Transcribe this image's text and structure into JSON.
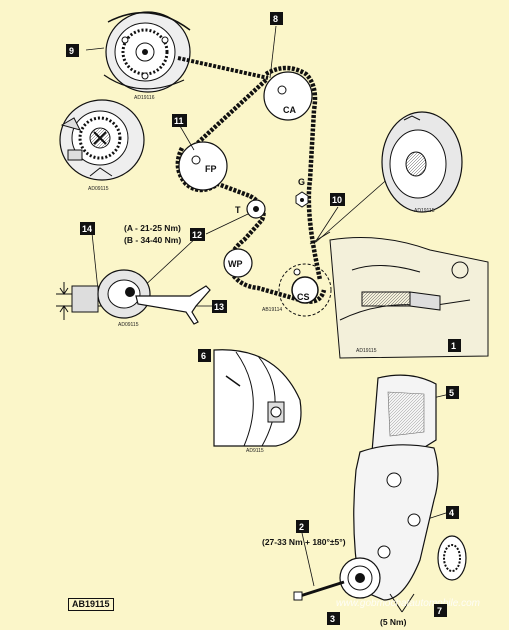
{
  "callouts": [
    "1",
    "2",
    "3",
    "4",
    "5",
    "6",
    "7",
    "8",
    "9",
    "10",
    "11",
    "12",
    "13",
    "14"
  ],
  "pulleys": {
    "ca": "CA",
    "fp": "FP",
    "g": "G",
    "t": "T",
    "wp": "WP",
    "cs": "CS"
  },
  "torques": {
    "tensioner_a": "(A - 21-25 Nm)",
    "tensioner_b": "(B - 34-40 Nm)",
    "crank_bolt": "(27-33 Nm + 180°±5°)",
    "cover_bolt": "(5 Nm)"
  },
  "insets": {
    "cam_sprocket": "AD19116",
    "fp_sprocket": "AD09115",
    "damper": "AD19115",
    "tensioner": "AD09115",
    "main_timing": "AB19114",
    "crank_setup": "AD19115",
    "sensor": "AD9115"
  },
  "figure_ref": "AB19115",
  "watermark": "www.gobmochatautomobile.com"
}
